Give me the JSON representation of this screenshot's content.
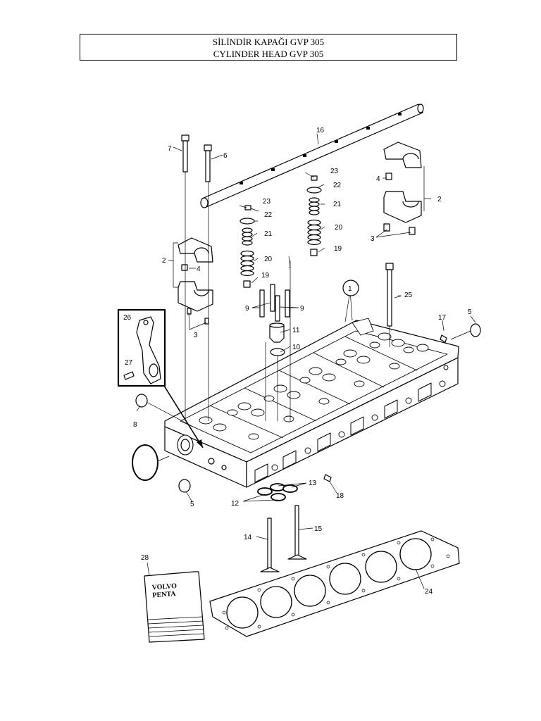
{
  "title": {
    "line1": "SİLİNDİR KAPAĞI GVP 305",
    "line2": "CYLINDER HEAD GVP 305"
  },
  "callouts": {
    "c1": "1",
    "c2a": "2",
    "c2b": "2",
    "c3a": "3",
    "c3b": "3",
    "c4a": "4",
    "c4b": "4",
    "c5a": "5",
    "c5b": "5",
    "c6": "6",
    "c7": "7",
    "c8": "8",
    "c9a": "9",
    "c9b": "9",
    "c10": "10",
    "c11": "11",
    "c12": "12",
    "c13": "13",
    "c14": "14",
    "c15": "15",
    "c16": "16",
    "c17": "17",
    "c18": "18",
    "c19a": "19",
    "c19b": "19",
    "c20a": "20",
    "c20b": "20",
    "c21a": "21",
    "c21b": "21",
    "c22a": "22",
    "c22b": "22",
    "c23a": "23",
    "c23b": "23",
    "c24": "24",
    "c25": "25",
    "c26": "26",
    "c27": "27",
    "c28": "28"
  },
  "manual_logo": {
    "line1": "VOLVO",
    "line2": "PENTA"
  }
}
